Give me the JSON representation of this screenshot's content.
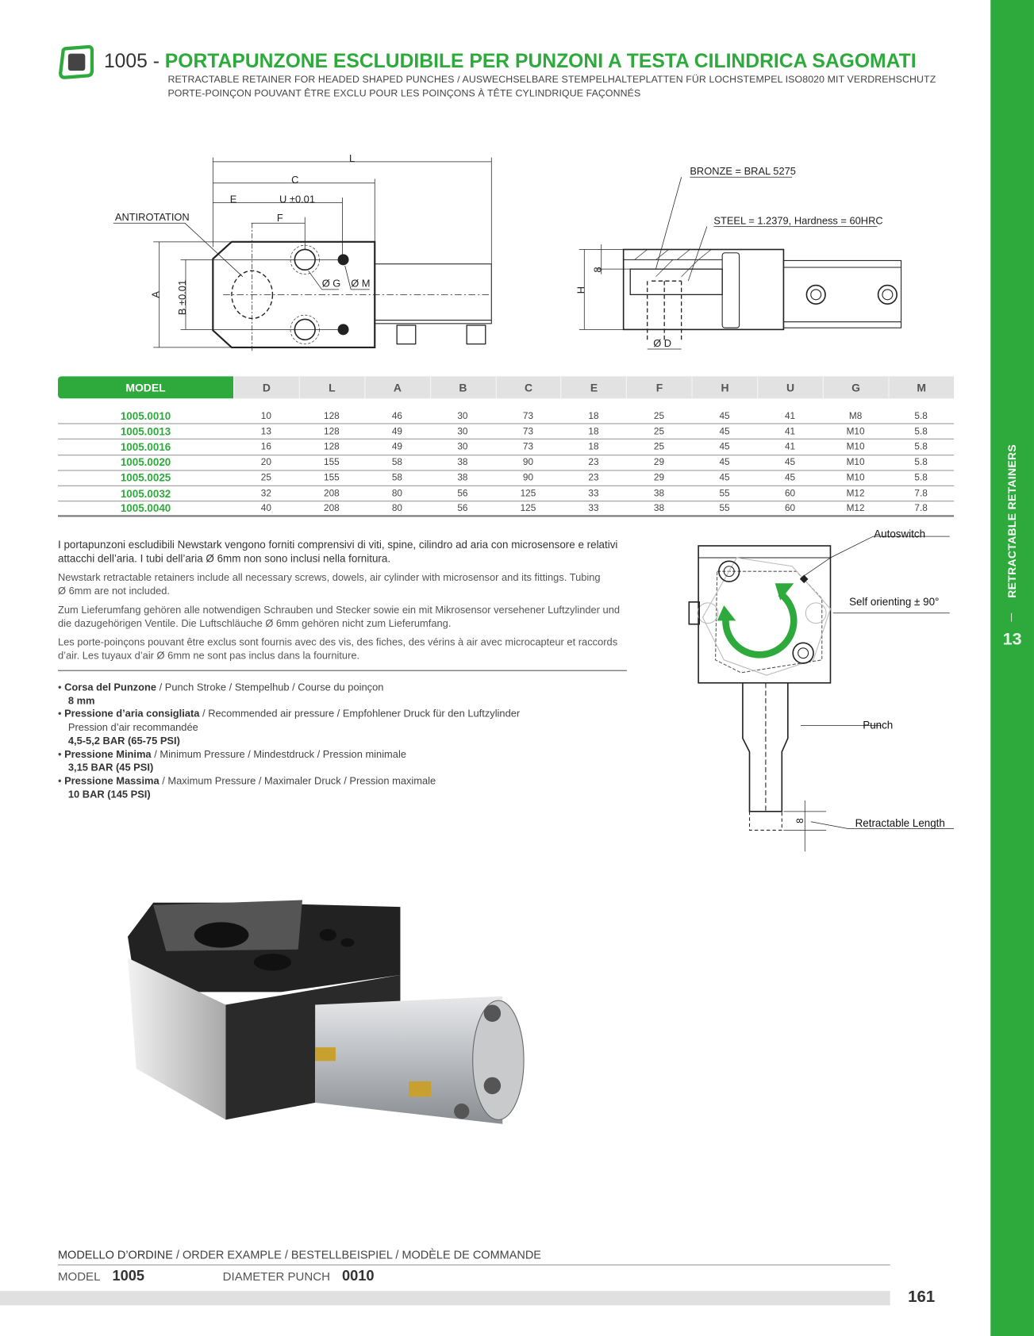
{
  "header": {
    "code": "1005 -",
    "title": "PORTAPUNZONE ESCLUDIBILE PER PUNZONI A TESTA CILINDRICA SAGOMATI",
    "subtitle_1": "RETRACTABLE RETAINER FOR HEADED SHAPED PUNCHES / AUSWECHSELBARE STEMPELHALTEPLATTEN FÜR LOCHSTEMPEL ISO8020 MIT VERDREHSCHUTZ",
    "subtitle_2": "PORTE-POINÇON POUVANT ÊTRE EXCLU POUR LES POINÇONS À TÊTE CYLINDRIQUE FAÇONNÉS"
  },
  "sidebar": {
    "label": "RETRACTABLE RETAINERS",
    "chapter": "13"
  },
  "drawing_top": {
    "dims": {
      "L": "L",
      "C": "C",
      "E": "E",
      "U": "U ±0.01",
      "F": "F",
      "A": "A",
      "B": "B ±0.01",
      "G": "Ø G",
      "M": "Ø M",
      "H": "H",
      "eight": "8",
      "D": "Ø D"
    },
    "antirotation": "ANTIROTATION",
    "bronze": "BRONZE = BRAL 5275",
    "steel": "STEEL = 1.2379, Hardness = 60HRC"
  },
  "table": {
    "headers": [
      "MODEL",
      "D",
      "L",
      "A",
      "B",
      "C",
      "E",
      "F",
      "H",
      "U",
      "G",
      "M"
    ],
    "rows": [
      [
        "1005.0010",
        "10",
        "128",
        "46",
        "30",
        "73",
        "18",
        "25",
        "45",
        "41",
        "M8",
        "5.8"
      ],
      [
        "1005.0013",
        "13",
        "128",
        "49",
        "30",
        "73",
        "18",
        "25",
        "45",
        "41",
        "M10",
        "5.8"
      ],
      [
        "1005.0016",
        "16",
        "128",
        "49",
        "30",
        "73",
        "18",
        "25",
        "45",
        "41",
        "M10",
        "5.8"
      ],
      [
        "1005.0020",
        "20",
        "155",
        "58",
        "38",
        "90",
        "23",
        "29",
        "45",
        "45",
        "M10",
        "5.8"
      ],
      [
        "1005.0025",
        "25",
        "155",
        "58",
        "38",
        "90",
        "23",
        "29",
        "45",
        "45",
        "M10",
        "5.8"
      ],
      [
        "1005.0032",
        "32",
        "208",
        "80",
        "56",
        "125",
        "33",
        "38",
        "55",
        "60",
        "M12",
        "7.8"
      ],
      [
        "1005.0040",
        "40",
        "208",
        "80",
        "56",
        "125",
        "33",
        "38",
        "55",
        "60",
        "M12",
        "7.8"
      ]
    ]
  },
  "description": {
    "it": "I portapunzoni escludibili Newstark vengono forniti comprensivi di viti, spine, cilindro ad aria con microsensore e relativi attacchi dell’aria. I tubi dell’aria Ø 6mm non sono inclusi nella fornitura.",
    "en": "Newstark retractable retainers include all necessary screws, dowels, air cylinder with microsensor and its fittings. Tubing Ø 6mm are not included.",
    "de": "Zum Lieferumfang gehören alle notwendigen Schrauben und Stecker sowie ein mit Mikrosensor versehener Luftzylinder und die dazugehörigen Ventile. Die Luftschläuche Ø 6mm gehören nicht zum Lieferumfang.",
    "fr": "Les porte-poinçons pouvant être exclus sont fournis avec des vis, des fiches, des vérins à air avec microcapteur et raccords d’air. Les tuyaux d’air Ø 6mm ne sont pas inclus dans la fourniture."
  },
  "specs": [
    {
      "bold": "Corsa del Punzone",
      "rest": " / Punch Stroke / Stempelhub / Course du poinçon",
      "extra": "",
      "value": "8 mm"
    },
    {
      "bold": "Pressione d’aria consigliata",
      "rest": " / Recommended air pressure / Empfohlener Druck für den Luftzylinder",
      "extra": "Pression d’air recommandée",
      "value": "4,5-5,2 BAR (65-75 PSI)"
    },
    {
      "bold": "Pressione Minima",
      "rest": " / Minimum Pressure / Mindestdruck / Pression minimale",
      "extra": "",
      "value": "3,15 BAR (45 PSI)"
    },
    {
      "bold": "Pressione Massima",
      "rest": " / Maximum Pressure / Maximaler Druck / Pression maximale",
      "extra": "",
      "value": "10 BAR (145 PSI)"
    }
  ],
  "drawing_side": {
    "autoswitch": "Autoswitch",
    "self_orienting": "Self orienting ± 90°",
    "punch": "Punch",
    "retractable_length": "Retractable Length",
    "eight": "8"
  },
  "order": {
    "title_bold": "MODELLO D’ORDINE",
    "title_rest": " / ORDER EXAMPLE / BESTELLBEISPIEL / MODÈLE DE COMMANDE",
    "model_label": "MODEL",
    "model_value": "1005",
    "diameter_label": "DIAMETER PUNCH",
    "diameter_value": "0010"
  },
  "page_number": "161",
  "colors": {
    "brand_green": "#2eaa3c",
    "header_gray": "#e2e2e2"
  }
}
